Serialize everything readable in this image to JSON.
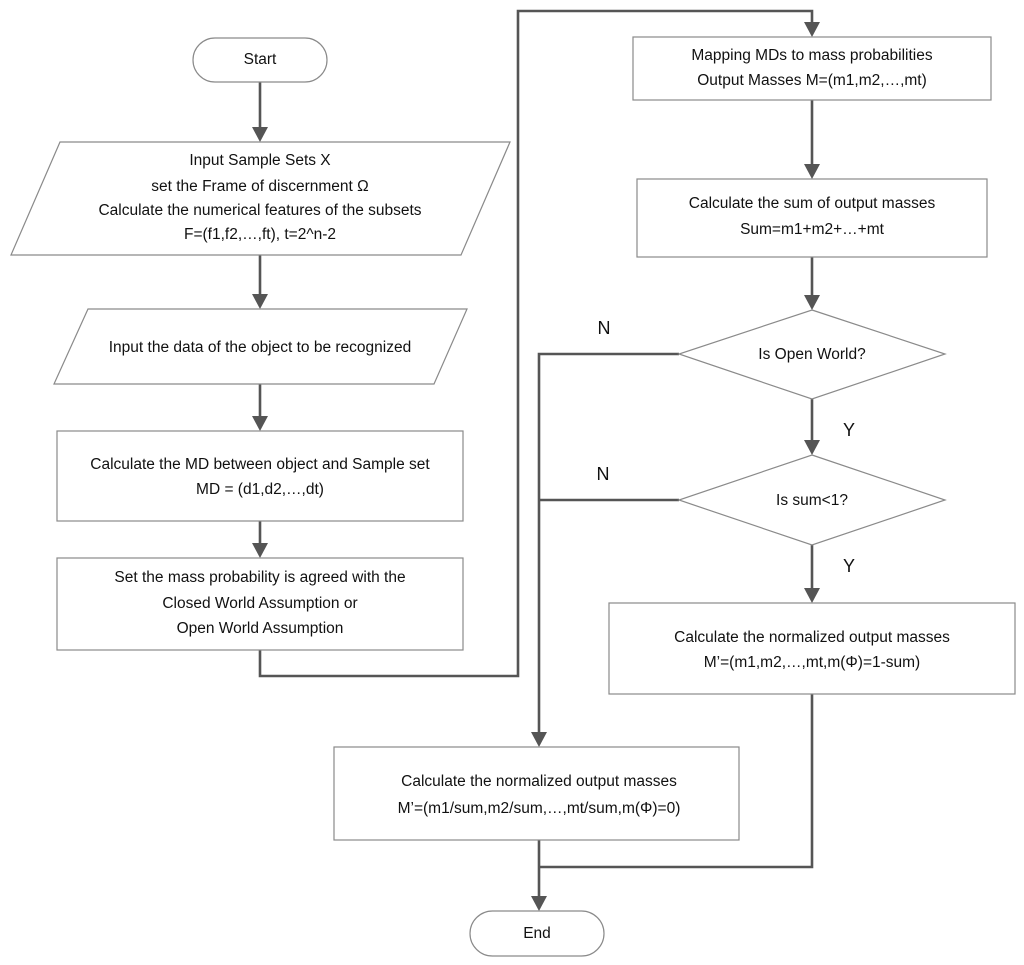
{
  "nodes": {
    "start": {
      "lines": [
        "Start"
      ]
    },
    "input_sets": {
      "lines": [
        "Input Sample Sets X",
        "set the Frame of discernment Ω",
        "Calculate the numerical features of the subsets",
        "F=(f1,f2,…,ft), t=2^n-2"
      ]
    },
    "input_object": {
      "lines": [
        "Input the data of the object to be recognized"
      ]
    },
    "calc_md": {
      "lines": [
        "Calculate the MD between object and Sample set",
        "MD = (d1,d2,…,dt)"
      ]
    },
    "set_mass": {
      "lines": [
        "Set the mass probability is agreed with the",
        "Closed World Assumption or",
        "Open World Assumption"
      ]
    },
    "mapping": {
      "lines": [
        "Mapping MDs to mass probabilities",
        "Output Masses M=(m1,m2,…,mt)"
      ]
    },
    "calc_sum": {
      "lines": [
        "Calculate the sum of output masses",
        "Sum=m1+m2+…+mt"
      ]
    },
    "open_world": {
      "lines": [
        "Is Open World?"
      ]
    },
    "sum_lt_1": {
      "lines": [
        "Is sum<1?"
      ]
    },
    "norm_open": {
      "lines": [
        "Calculate the normalized output masses",
        "M’=(m1,m2,…,mt,m(Φ)=1-sum)"
      ]
    },
    "norm_closed": {
      "lines": [
        "Calculate the normalized output masses",
        "M’=(m1/sum,m2/sum,…,mt/sum,m(Φ)=0)"
      ]
    },
    "end": {
      "lines": [
        "End"
      ]
    }
  },
  "branch_labels": {
    "open_world_no": "N",
    "open_world_yes": "Y",
    "sum_no": "N",
    "sum_yes": "Y"
  },
  "colors": {
    "connector": "#555555",
    "shape_border": "#8a8a8a",
    "text": "#111111",
    "background": "#ffffff"
  }
}
